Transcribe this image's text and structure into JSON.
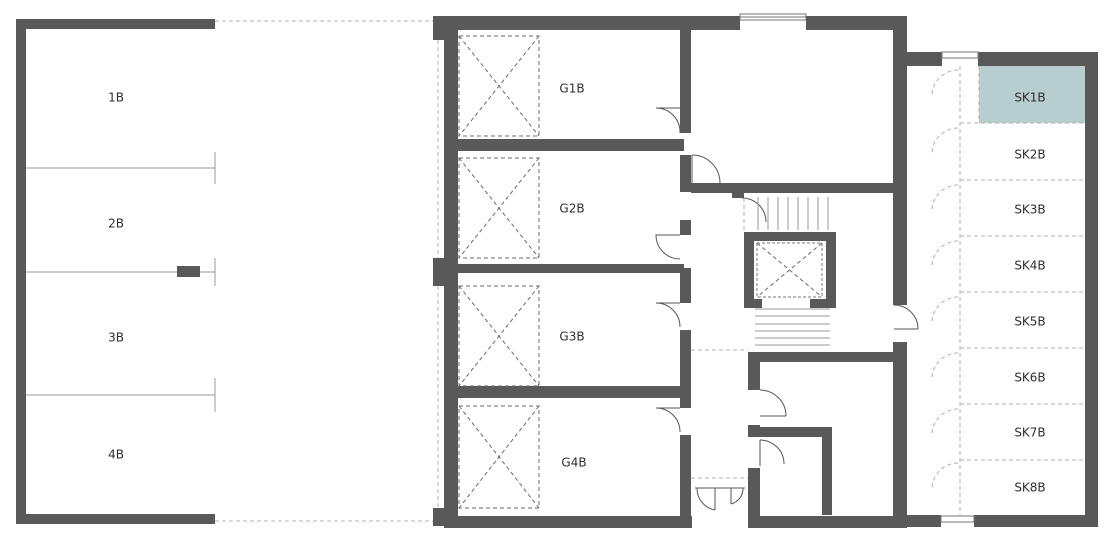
{
  "plan": {
    "highlight_color": "#b8cdcd",
    "wall_color": "#595959",
    "parking_spaces": [
      {
        "label": "1B"
      },
      {
        "label": "2B"
      },
      {
        "label": "3B"
      },
      {
        "label": "4B"
      }
    ],
    "garages": [
      {
        "label": "G1B"
      },
      {
        "label": "G2B"
      },
      {
        "label": "G3B"
      },
      {
        "label": "G4B"
      }
    ],
    "storage_units": [
      {
        "label": "SK1B",
        "highlighted": true
      },
      {
        "label": "SK2B",
        "highlighted": false
      },
      {
        "label": "SK3B",
        "highlighted": false
      },
      {
        "label": "SK4B",
        "highlighted": false
      },
      {
        "label": "SK5B",
        "highlighted": false
      },
      {
        "label": "SK6B",
        "highlighted": false
      },
      {
        "label": "SK7B",
        "highlighted": false
      },
      {
        "label": "SK8B",
        "highlighted": false
      }
    ]
  }
}
